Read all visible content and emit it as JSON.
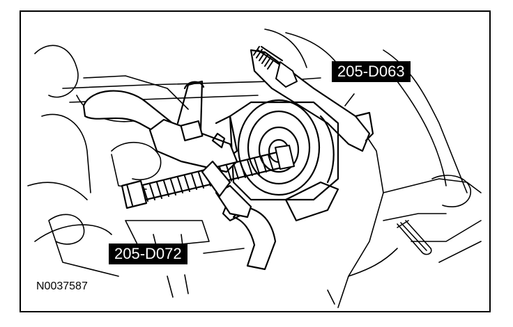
{
  "figure": {
    "callouts": [
      {
        "label": "205-D063"
      },
      {
        "label": "205-D072"
      }
    ],
    "reference_number": "N0037587"
  },
  "colors": {
    "ink": "#000000",
    "paper": "#ffffff"
  }
}
